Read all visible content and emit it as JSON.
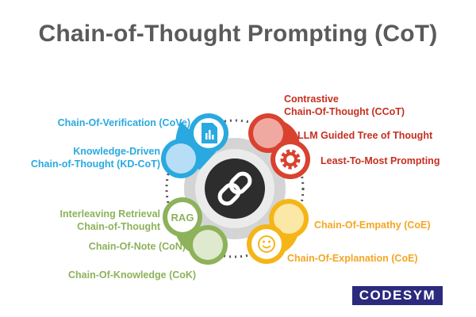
{
  "title": "Chain-of-Thought Prompting (CoT)",
  "labels": {
    "cove": "Chain-Of-Verification (CoVe)",
    "kdcot_1": "Knowledge-Driven",
    "kdcot_2": "Chain-of-Thought (KD-CoT)",
    "ccot_1": "Contrastive",
    "ccot_2": "Chain-Of-Thought (CCoT)",
    "llm_tot": "LLM Guided Tree of Thought",
    "ltm": "Least-To-Most Prompting",
    "irc_1": "Interleaving Retrieval",
    "irc_2": "Chain-of-Thought",
    "con": "Chain-Of-Note (CoN)",
    "cok": "Chain-Of-Knowledge (CoK)",
    "coe": "Chain-Of-Empathy (CoE)",
    "coexp": "Chain-Of-Explanation (CoE)"
  },
  "rag_badge": "RAG",
  "logo": "CODESYM",
  "colors": {
    "blue": "#29a9e0",
    "red": "#d9422f",
    "green": "#8db25a",
    "orange": "#f5b517",
    "center": "#2d2d2d",
    "ring": "#d4d4d4"
  },
  "icons": [
    "document-chart-icon",
    "gear-icon",
    "smiley-icon",
    "chain-link-icon"
  ]
}
